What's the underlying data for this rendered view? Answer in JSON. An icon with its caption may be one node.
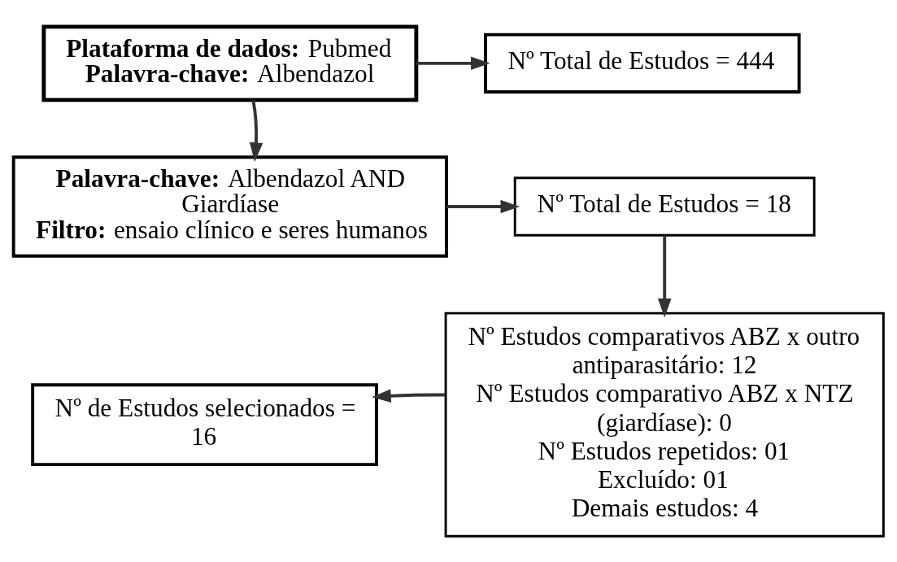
{
  "diagram": {
    "nodes": [
      {
        "text": [
          "**Plataforma de dados:** Pubmed",
          "**Palavra-chave:** Albendazol"
        ]
      },
      {
        "text": [
          "Nº Total de Estudos = 444"
        ]
      },
      {
        "text": [
          "**Palavra-chave:** Albendazol AND Giardíase",
          "**Filtro:** ensaio clínico e seres humanos"
        ]
      },
      {
        "text": [
          "Nº Total de Estudos = 18"
        ]
      },
      {
        "text": [
          "Nº Estudos comparativos ABZ x outro antiparasitário: 12",
          "Nº Estudos comparativo ABZ x NTZ (giardíase): 0",
          "Nº Estudos repetidos: 01",
          "Excluído: 01",
          "Demais estudos: 4"
        ]
      },
      {
        "text": [
          "Nº de Estudos selecionados = 16"
        ]
      }
    ],
    "edges": [
      {
        "from": 0,
        "to": 1,
        "arrow": "to"
      },
      {
        "from": 0,
        "to": 2,
        "arrow": "to"
      },
      {
        "from": 2,
        "to": 3,
        "arrow": "to"
      },
      {
        "from": 3,
        "to": 4,
        "arrow": "to"
      },
      {
        "from": 4,
        "to": 5,
        "arrow": "to"
      }
    ]
  }
}
